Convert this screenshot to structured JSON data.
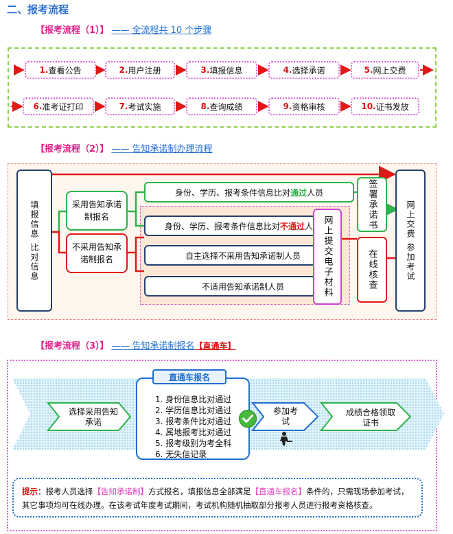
{
  "heading": "二、报考流程",
  "sec1": {
    "label": "【报考流程（1）】",
    "link": "—— 全流程共 10 个步骤"
  },
  "steps": [
    {
      "num": "1.",
      "text": "查看公告"
    },
    {
      "num": "2.",
      "text": "用户注册"
    },
    {
      "num": "3.",
      "text": "填报信息"
    },
    {
      "num": "4.",
      "text": "选择承诺"
    },
    {
      "num": "5.",
      "text": "网上交费"
    },
    {
      "num": "6.",
      "text": "准考证打印"
    },
    {
      "num": "7.",
      "text": "考试实施"
    },
    {
      "num": "8.",
      "text": "查询成绩"
    },
    {
      "num": "9.",
      "text": "资格审核"
    },
    {
      "num": "10.",
      "text": "证书发放"
    }
  ],
  "sec2": {
    "label": "【报考流程（2）】",
    "link": "—— 告知承诺制办理流程",
    "left": "填报信息 比对信息",
    "opt_yes": "采用告知承诺制报名",
    "opt_no": "不采用告知承诺制报名",
    "row1_pre": "身份、学历、报考条件信息比对",
    "row1_em": "通过",
    "row1_post": "人员",
    "row2_pre": "身份、学历、报考条件信息比对",
    "row2_em": "不通过",
    "row2_post": "人员",
    "row3": "自主选择不采用告知承诺制人员",
    "row4": "不适用告知承诺制人员",
    "submit": "网上提交电子材料",
    "sign": "签署承诺书",
    "verify": "在线核查",
    "right": "网上交费 参加考试"
  },
  "sec3": {
    "label": "【报考流程（3）】",
    "link": "—— 告知承诺制报名",
    "link_em": "【直通车】",
    "choose": "选择采用告知承诺",
    "express_title": "直通车报名",
    "reqs": [
      "1. 身份信息比对通过",
      "2. 学历信息比对通过",
      "3. 报考条件比对通过",
      "4. 属地报考比对通过",
      "5. 报考级别为考全科",
      "6. 无失信记录"
    ],
    "exam": "参加考试",
    "cert": "成绩合格领取证书"
  },
  "tip": {
    "label": "提示：",
    "t1": "报考人员选择",
    "h1": "【告知承诺制】",
    "t2": "方式报名，填报信息全部满足",
    "h2": "【直通车报名】",
    "t3": "条件的，只需现场参加考试，其它事项均可在线办理。在该考试年度考试期间，考试机构随机抽取部分报考人员进行报考资格核查。"
  },
  "colors": {
    "blue": "#2e6fd0",
    "pink": "#e060d8",
    "red": "#d81010",
    "green": "#2cb34a",
    "navy": "#24406e"
  }
}
